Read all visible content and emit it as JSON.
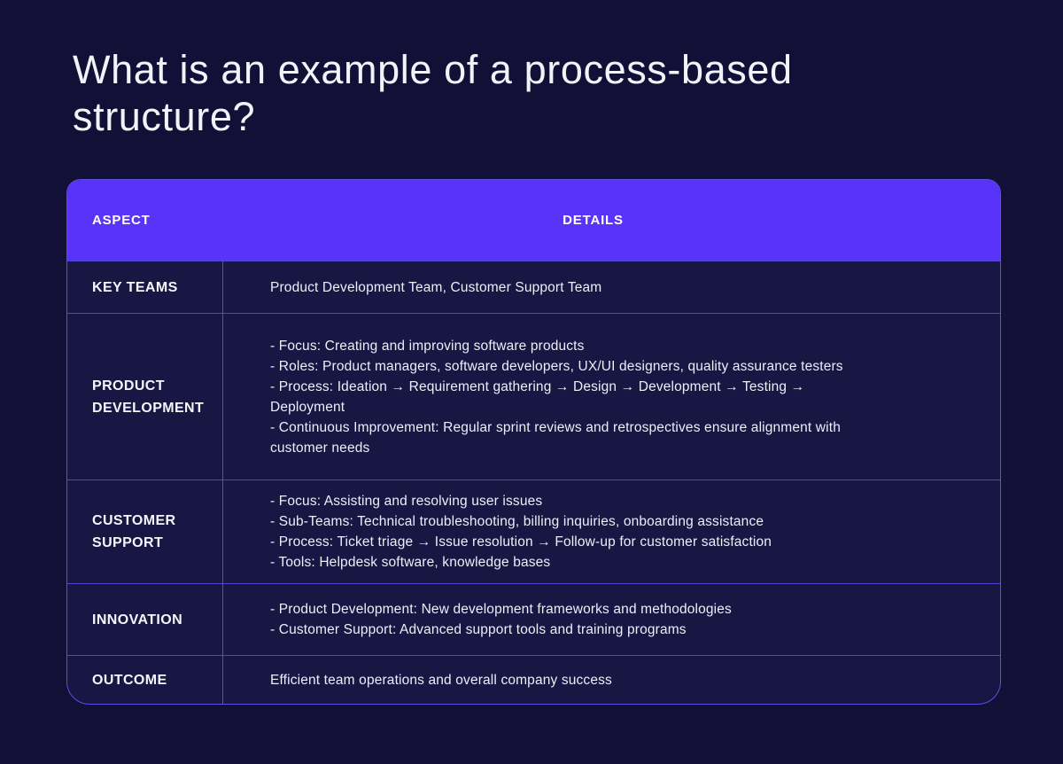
{
  "page": {
    "title": "What is an example of a process-based structure?",
    "background_color": "#121036"
  },
  "table": {
    "header": {
      "aspect_label": "ASPECT",
      "details_label": "DETAILS",
      "background_color": "#5a33f8",
      "text_color": "#ffffff"
    },
    "rows": [
      {
        "aspect": "KEY TEAMS",
        "details": [
          "Product Development Team, Customer Support Team"
        ]
      },
      {
        "aspect": "PRODUCT DEVELOPMENT",
        "details": [
          "- Focus: Creating and improving software products",
          "- Roles: Product managers, software developers, UX/UI designers, quality assurance testers",
          "- Process: Ideation → Requirement gathering → Design → Development → Testing → Deployment",
          "- Continuous Improvement: Regular sprint reviews and retrospectives ensure alignment with customer needs"
        ]
      },
      {
        "aspect": "CUSTOMER SUPPORT",
        "details": [
          "- Focus: Assisting and resolving user issues",
          "- Sub-Teams: Technical troubleshooting, billing inquiries, onboarding assistance",
          "- Process: Ticket triage → Issue resolution → Follow-up for customer satisfaction",
          "- Tools: Helpdesk software, knowledge bases"
        ]
      },
      {
        "aspect": "INNOVATION",
        "details": [
          "- Product Development: New development frameworks and methodologies",
          "- Customer Support: Advanced support tools and training programs"
        ]
      },
      {
        "aspect": "OUTCOME",
        "details": [
          "Efficient team operations and overall company success"
        ]
      }
    ],
    "colors": {
      "cell_background": "#181643",
      "outer_border": "#5d4fe0",
      "row_divider": "#5045d6",
      "column_divider": "#5548e8",
      "body_text": "#edeef8",
      "title_text": "#f2f3f8"
    }
  }
}
